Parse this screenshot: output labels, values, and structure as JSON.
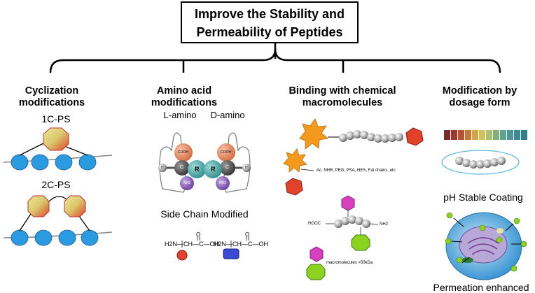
{
  "title": {
    "line1": "Improve the Stability and",
    "line2": "Permeability of Peptides"
  },
  "columns": [
    {
      "title_line1": "Cyclization",
      "title_line2": "modifications",
      "items": [
        "1C-PS",
        "2C-PS"
      ]
    },
    {
      "title_line1": "Amino acid",
      "title_line2": "modifications",
      "l_label": "L-amino",
      "d_label": "D-amino",
      "side_chain": "Side Chain Modified",
      "atoms": {
        "cooh": "COOH",
        "c": "C",
        "r": "R",
        "h": "H",
        "nh2": "NH2"
      },
      "formula_prefix": "H2N—CH—C—OH",
      "formula_o": "O"
    },
    {
      "title_line1": "Binding with chemical",
      "title_line2": "macromolecules",
      "arrow_text": "Ac, NHR, PEG, PSA, HES, Fat chains, etc.",
      "hooc": "HOOC",
      "nh2": "NH2",
      "macro_text": "macromolecules >50kDa"
    },
    {
      "title_line1": "Modification by",
      "title_line2": "dosage form",
      "coating": "pH Stable Coating",
      "permeation": "Permeation enhanced",
      "swatches": [
        "#7a2a2a",
        "#9a3a2e",
        "#b8542e",
        "#c9763a",
        "#d6a545",
        "#cfc060",
        "#a9c070",
        "#7fb27a",
        "#5fa38a",
        "#4f9496",
        "#3f8a96",
        "#2f7f8c"
      ]
    }
  ],
  "colors": {
    "helix": "#2a9be0",
    "octagon_red": "#e0432a",
    "octagon_yellow": "#e8d87a",
    "sphere": "#a8a8a8",
    "hex_magenta": "#d63fbf",
    "octagon_green": "#8ad420",
    "star_orange": "#f39a1c"
  }
}
